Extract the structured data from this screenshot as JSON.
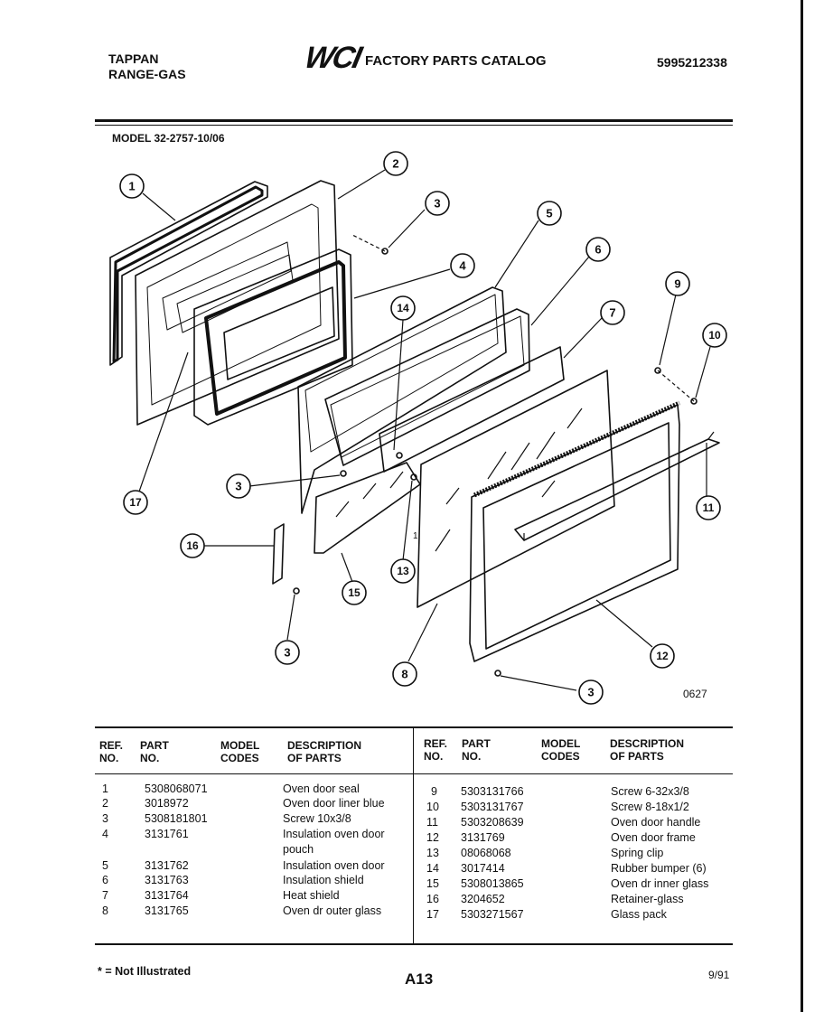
{
  "header": {
    "brand_line1": "TAPPAN",
    "brand_line2": "RANGE-GAS",
    "logo": "WCI",
    "catalog_title": "FACTORY PARTS CATALOG",
    "catalog_number": "5995212338",
    "model": "MODEL 32-2757-10/06"
  },
  "diagram": {
    "callouts": [
      "1",
      "2",
      "3",
      "4",
      "5",
      "6",
      "7",
      "9",
      "10",
      "14",
      "3",
      "17",
      "16",
      "3",
      "15",
      "13",
      "8",
      "11",
      "12",
      "3"
    ],
    "drawing_number": "0627",
    "note_label": "1"
  },
  "table": {
    "headers": {
      "ref": "REF.\nNO.",
      "ref_line1": "REF.",
      "ref_line2": "NO.",
      "part_line1": "PART",
      "part_line2": "NO.",
      "model_line1": "MODEL",
      "model_line2": "CODES",
      "desc_line1": "DESCRIPTION",
      "desc_line2": "OF PARTS"
    },
    "left": [
      {
        "ref": "1",
        "part": "5308068071",
        "desc": "Oven door seal"
      },
      {
        "ref": "2",
        "part": "3018972",
        "desc": "Oven door liner blue"
      },
      {
        "ref": "3",
        "part": "5308181801",
        "desc": "Screw 10x3/8"
      },
      {
        "ref": "4",
        "part": "3131761",
        "desc": "Insulation oven door"
      },
      {
        "ref": "",
        "part": "",
        "desc": "pouch"
      },
      {
        "ref": "5",
        "part": "3131762",
        "desc": "Insulation oven door"
      },
      {
        "ref": "6",
        "part": "3131763",
        "desc": "Insulation shield"
      },
      {
        "ref": "7",
        "part": "3131764",
        "desc": "Heat shield"
      },
      {
        "ref": "8",
        "part": "3131765",
        "desc": "Oven dr outer glass"
      }
    ],
    "right": [
      {
        "ref": "9",
        "part": "5303131766",
        "desc": "Screw 6-32x3/8"
      },
      {
        "ref": "10",
        "part": "5303131767",
        "desc": "Screw 8-18x1/2"
      },
      {
        "ref": "11",
        "part": "5303208639",
        "desc": "Oven door handle"
      },
      {
        "ref": "12",
        "part": "3131769",
        "desc": "Oven door frame"
      },
      {
        "ref": "13",
        "part": "08068068",
        "desc": "Spring clip"
      },
      {
        "ref": "14",
        "part": "3017414",
        "desc": "Rubber bumper (6)"
      },
      {
        "ref": "15",
        "part": "5308013865",
        "desc": "Oven dr inner glass"
      },
      {
        "ref": "16",
        "part": "3204652",
        "desc": "Retainer-glass"
      },
      {
        "ref": "17",
        "part": "5303271567",
        "desc": "Glass pack"
      }
    ]
  },
  "footer": {
    "note": "* = Not Illustrated",
    "page": "A13",
    "date": "9/91"
  }
}
